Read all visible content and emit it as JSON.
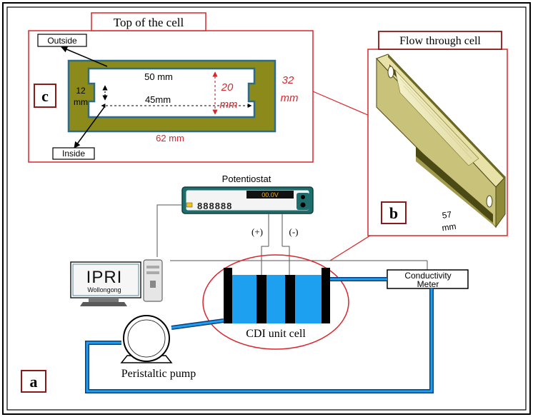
{
  "top_panel": {
    "title": "Top of the cell",
    "label_outside": "Outside",
    "label_inside": "Inside",
    "panel_letter": "c",
    "dim_50": "50 mm",
    "dim_45": "45mm",
    "dim_12": "12",
    "dim_12_unit": "mm",
    "dim_20": "20",
    "dim_20_unit": "mm",
    "dim_32": "32",
    "dim_32_unit": "mm",
    "dim_62": "62 mm"
  },
  "flow_panel": {
    "title": "Flow through cell",
    "panel_letter": "b",
    "dim_57": "57",
    "dim_57_unit": "mm"
  },
  "main": {
    "panel_letter": "a",
    "potentiostat_label": "Potentiostat",
    "display_value": "00.0V",
    "keypad": "888888",
    "plus_label": "(+)",
    "minus_label": "(-)",
    "computer_brand": "IPRI",
    "computer_sub": "Wollongong",
    "cdi_label": "CDI unit cell",
    "conductivity_line1": "Conductivity",
    "conductivity_line2": "Meter",
    "pump_label": "Peristaltic pump"
  },
  "colors": {
    "accent_red": "#d9262c",
    "olive": "#8b8a1a",
    "frame_teal": "#2e6b8a",
    "water_blue": "#1ea0f0",
    "pipe_blue": "#1b7fd6",
    "title_border": "#8b1a1a"
  }
}
